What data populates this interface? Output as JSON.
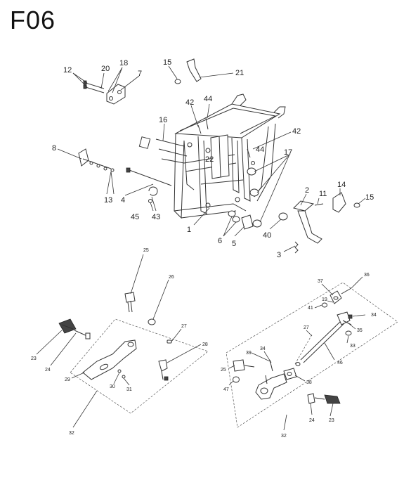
{
  "page_title": "F06",
  "frame_labels": [
    {
      "t": "12"
    },
    {
      "t": "20"
    },
    {
      "t": "18"
    },
    {
      "t": "7"
    },
    {
      "t": "15"
    },
    {
      "t": "21"
    },
    {
      "t": "42"
    },
    {
      "t": "44"
    },
    {
      "t": "16"
    },
    {
      "t": "8"
    },
    {
      "t": "22"
    },
    {
      "t": "42"
    },
    {
      "t": "44"
    },
    {
      "t": "17"
    },
    {
      "t": "13"
    },
    {
      "t": "4"
    },
    {
      "t": "45"
    },
    {
      "t": "43"
    },
    {
      "t": "1"
    },
    {
      "t": "6"
    },
    {
      "t": "5"
    },
    {
      "t": "40"
    },
    {
      "t": "2"
    },
    {
      "t": "11"
    },
    {
      "t": "14"
    },
    {
      "t": "15"
    },
    {
      "t": "3"
    }
  ],
  "brake_labels": [
    {
      "t": "25"
    },
    {
      "t": "26"
    },
    {
      "t": "27"
    },
    {
      "t": "28"
    },
    {
      "t": "23"
    },
    {
      "t": "24"
    },
    {
      "t": "29"
    },
    {
      "t": "30"
    },
    {
      "t": "31"
    },
    {
      "t": "32"
    }
  ],
  "shift_labels": [
    {
      "t": "36"
    },
    {
      "t": "37"
    },
    {
      "t": "41"
    },
    {
      "t": "19"
    },
    {
      "t": "34"
    },
    {
      "t": "35"
    },
    {
      "t": "33"
    },
    {
      "t": "27"
    },
    {
      "t": "46"
    },
    {
      "t": "39"
    },
    {
      "t": "34"
    },
    {
      "t": "38"
    },
    {
      "t": "25"
    },
    {
      "t": "47"
    },
    {
      "t": "24"
    },
    {
      "t": "23"
    },
    {
      "t": "32"
    }
  ]
}
